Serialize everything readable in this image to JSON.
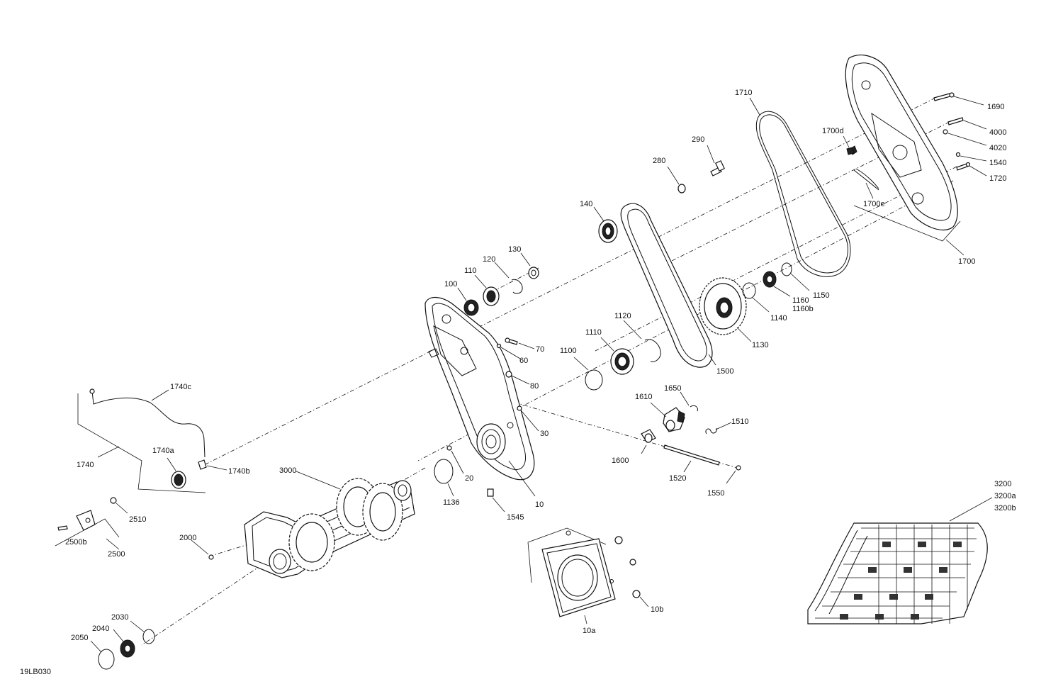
{
  "diagram": {
    "figure_code": "19LB030",
    "labels": {
      "l1690": "1690",
      "l4000": "4000",
      "l4020": "4020",
      "l1540": "1540",
      "l1720": "1720",
      "l1700": "1700",
      "l1700d": "1700d",
      "l1700e": "1700e",
      "l1710": "1710",
      "l290": "290",
      "l280": "280",
      "l140": "140",
      "l130": "130",
      "l120": "120",
      "l110": "110",
      "l100": "100",
      "l70": "70",
      "l60": "60",
      "l80": "80",
      "l30": "30",
      "l20": "20",
      "l10": "10",
      "l10a": "10a",
      "l10b": "10b",
      "l1136": "1136",
      "l1545": "1545",
      "l1100": "1100",
      "l1110": "1110",
      "l1120": "1120",
      "l1500": "1500",
      "l1130": "1130",
      "l1140": "1140",
      "l1150": "1150",
      "l1160": "1160",
      "l1160b": "1160b",
      "l1650": "1650",
      "l1610": "1610",
      "l1600": "1600",
      "l1510": "1510",
      "l1520": "1520",
      "l1550": "1550",
      "l1740": "1740",
      "l1740a": "1740a",
      "l1740b": "1740b",
      "l1740c": "1740c",
      "l3000": "3000",
      "l2000": "2000",
      "l2510": "2510",
      "l2500": "2500",
      "l2500b": "2500b",
      "l2030": "2030",
      "l2040": "2040",
      "l2050": "2050",
      "l3200": "3200",
      "l3200a": "3200a",
      "l3200b": "3200b"
    }
  }
}
